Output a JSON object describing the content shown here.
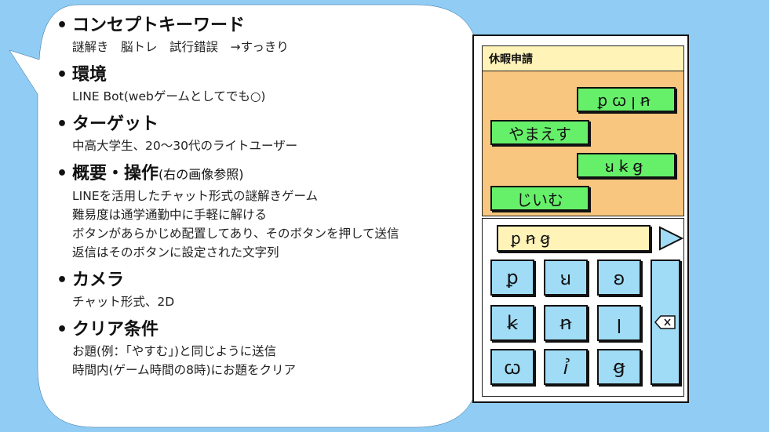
{
  "sections": [
    {
      "title": "コンセプトキーワード",
      "lines": [
        "謎解き　脳トレ　試行錯誤　→すっきり"
      ]
    },
    {
      "title": "環境",
      "lines": [
        "LINE Bot(webゲームとしてでも○)"
      ]
    },
    {
      "title": "ターゲット",
      "lines": [
        "中高大学生、20～30代のライトユーザー"
      ]
    },
    {
      "title": "概要・操作",
      "note": "(右の画像参照)",
      "lines": [
        "LINEを活用したチャット形式の謎解きゲーム",
        "難易度は通学通勤中に手軽に解ける",
        "ボタンがあらかじめ配置してあり、そのボタンを押して送信",
        "返信はそのボタンに設定された文字列"
      ]
    },
    {
      "title": "カメラ",
      "lines": [
        "チャット形式、2D"
      ]
    },
    {
      "title": "クリア条件",
      "lines": [
        "お題(例：「やすむ」)と同じように送信",
        "時間内(ゲーム時間の8時)にお題をクリア"
      ]
    }
  ],
  "bullet": "•",
  "app": {
    "title": "休暇申請",
    "messages": [
      {
        "side": "right",
        "text": "ꝑꞷꞁꞥ"
      },
      {
        "side": "left",
        "text": "やまえす"
      },
      {
        "side": "right",
        "text": "ꞟꞣꞡ"
      },
      {
        "side": "left",
        "text": "じいむ"
      }
    ],
    "input_value": "ꝑꞥꞡ",
    "keys": [
      "ꝑ",
      "ꞟ",
      "ꞝ",
      "ꞣ",
      "ꞥ",
      "ꞁ",
      "ꞷ",
      "ꞽ",
      "ꞡ"
    ],
    "send_icon": "triangle-send-icon",
    "backspace_icon": "backspace-icon"
  },
  "colors": {
    "background": "#90ccf4",
    "chat_bg": "#f8c67e",
    "bubble_green": "#66f06a",
    "key_blue": "#a0dcf6",
    "title_yellow": "#fff3b8"
  }
}
